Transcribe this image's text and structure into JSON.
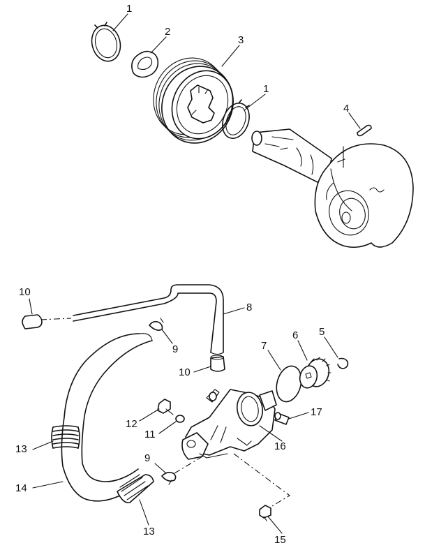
{
  "diagram": {
    "callouts": [
      {
        "id": "c1a",
        "text": "1"
      },
      {
        "id": "c2",
        "text": "2"
      },
      {
        "id": "c3",
        "text": "3"
      },
      {
        "id": "c1b",
        "text": "1"
      },
      {
        "id": "c4",
        "text": "4"
      },
      {
        "id": "c10a",
        "text": "10"
      },
      {
        "id": "c8",
        "text": "8"
      },
      {
        "id": "c9a",
        "text": "9"
      },
      {
        "id": "c10b",
        "text": "10"
      },
      {
        "id": "c7",
        "text": "7"
      },
      {
        "id": "c6",
        "text": "6"
      },
      {
        "id": "c5",
        "text": "5"
      },
      {
        "id": "c12",
        "text": "12"
      },
      {
        "id": "c11",
        "text": "11"
      },
      {
        "id": "c17",
        "text": "17"
      },
      {
        "id": "c16",
        "text": "16"
      },
      {
        "id": "c13a",
        "text": "13"
      },
      {
        "id": "c9b",
        "text": "9"
      },
      {
        "id": "c14",
        "text": "14"
      },
      {
        "id": "c13b",
        "text": "13"
      },
      {
        "id": "c15",
        "text": "15"
      }
    ]
  }
}
